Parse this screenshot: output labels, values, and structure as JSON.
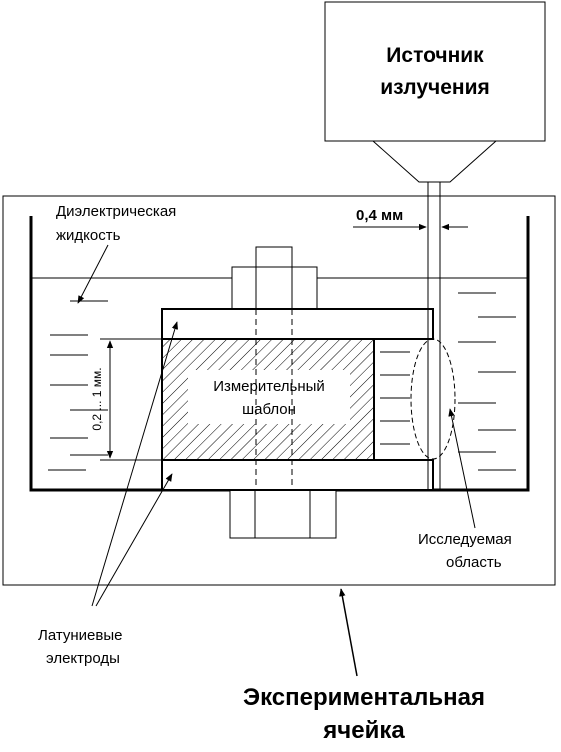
{
  "source": {
    "line1": "Источник",
    "line2": "излучения"
  },
  "liquid": {
    "line1": "Диэлектрическая",
    "line2": "жидкость"
  },
  "beam_width": "0,4 мм",
  "gap_range": "0,2 ... 1 мм.",
  "template": {
    "line1": "Измерительный",
    "line2": "шаблон"
  },
  "region": {
    "line1": "Исследуемая",
    "line2": "область"
  },
  "electrodes": {
    "line1": "Латуниевые",
    "line2": "электроды"
  },
  "caption": {
    "line1": "Экспериментальная",
    "line2": "ячейка"
  }
}
